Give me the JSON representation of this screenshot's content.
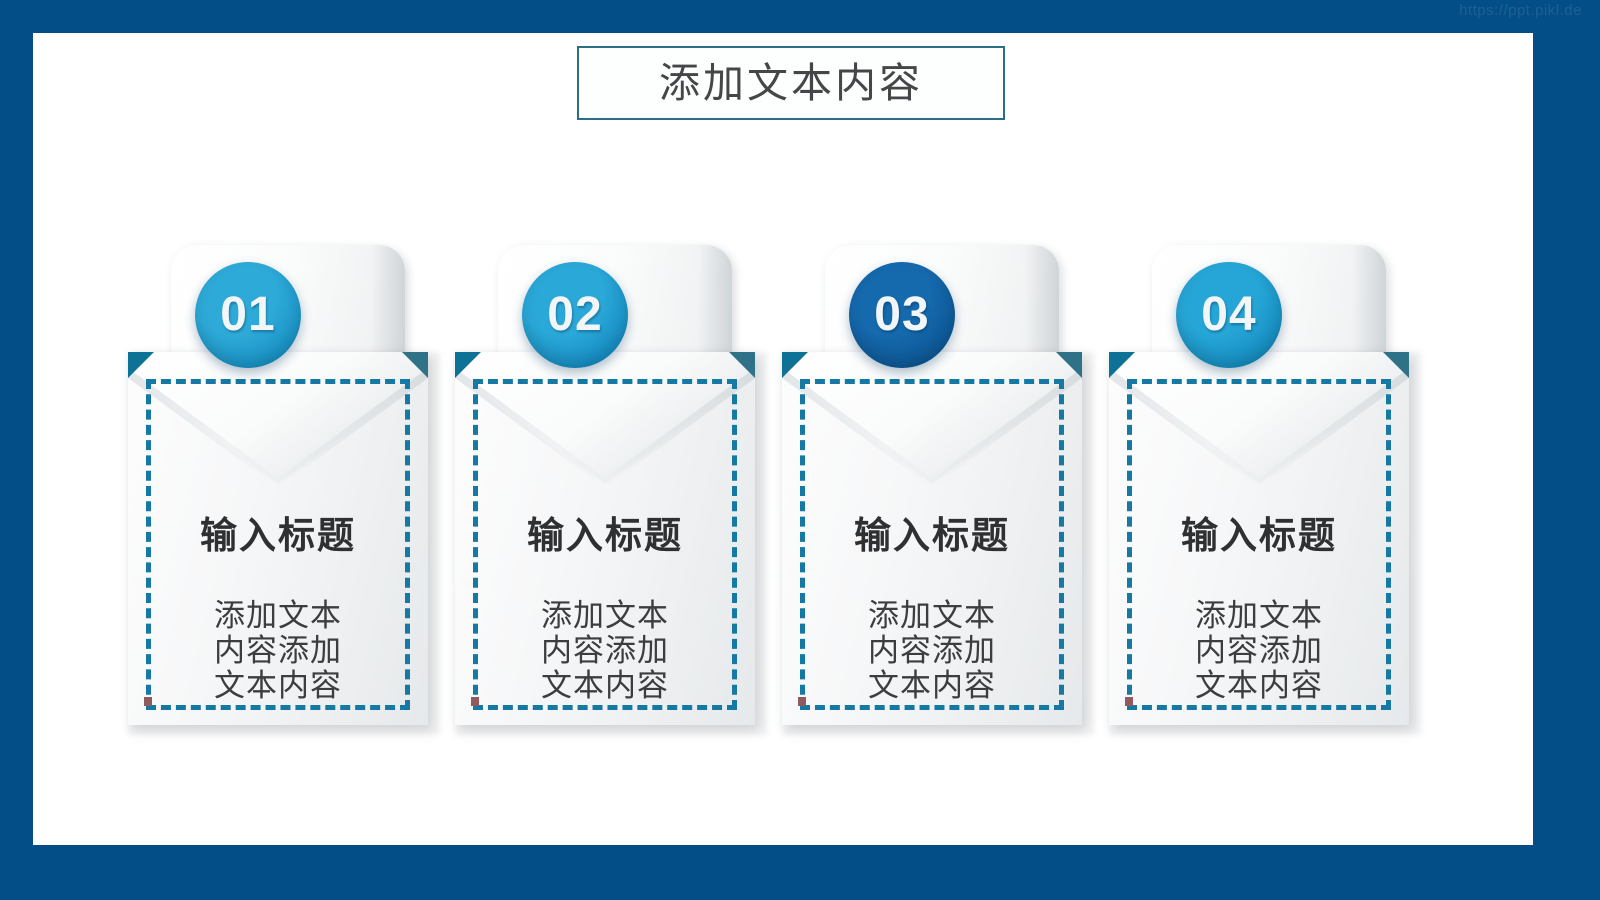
{
  "slide": {
    "watermark": "https://ppt.pikl.de",
    "frame_color": "#034e87",
    "canvas_color": "#ffffff"
  },
  "header": {
    "title": "添加文本内容",
    "box_border_color": "#2c6e86",
    "title_color": "#444648"
  },
  "style": {
    "dashed_border_color": "#1579a3",
    "envelope_corner_color": "#0e7196",
    "title_text_color": "#2e3032",
    "body_text_color": "#3b3d3f"
  },
  "cards": [
    {
      "number": "01",
      "title": "输入标题",
      "body_lines": [
        "添加文本",
        "内容添加",
        "文本内容"
      ],
      "circle_color_light": "#2eaad8",
      "circle_color_dark": "#0b82b8"
    },
    {
      "number": "02",
      "title": "输入标题",
      "body_lines": [
        "添加文本",
        "内容添加",
        "文本内容"
      ],
      "circle_color_light": "#2aa8d8",
      "circle_color_dark": "#0a7ab4"
    },
    {
      "number": "03",
      "title": "输入标题",
      "body_lines": [
        "添加文本",
        "内容添加",
        "文本内容"
      ],
      "circle_color_light": "#1569ad",
      "circle_color_dark": "#084c87"
    },
    {
      "number": "04",
      "title": "输入标题",
      "body_lines": [
        "添加文本",
        "内容添加",
        "文本内容"
      ],
      "circle_color_light": "#26a6d6",
      "circle_color_dark": "#0a7cb2"
    }
  ]
}
